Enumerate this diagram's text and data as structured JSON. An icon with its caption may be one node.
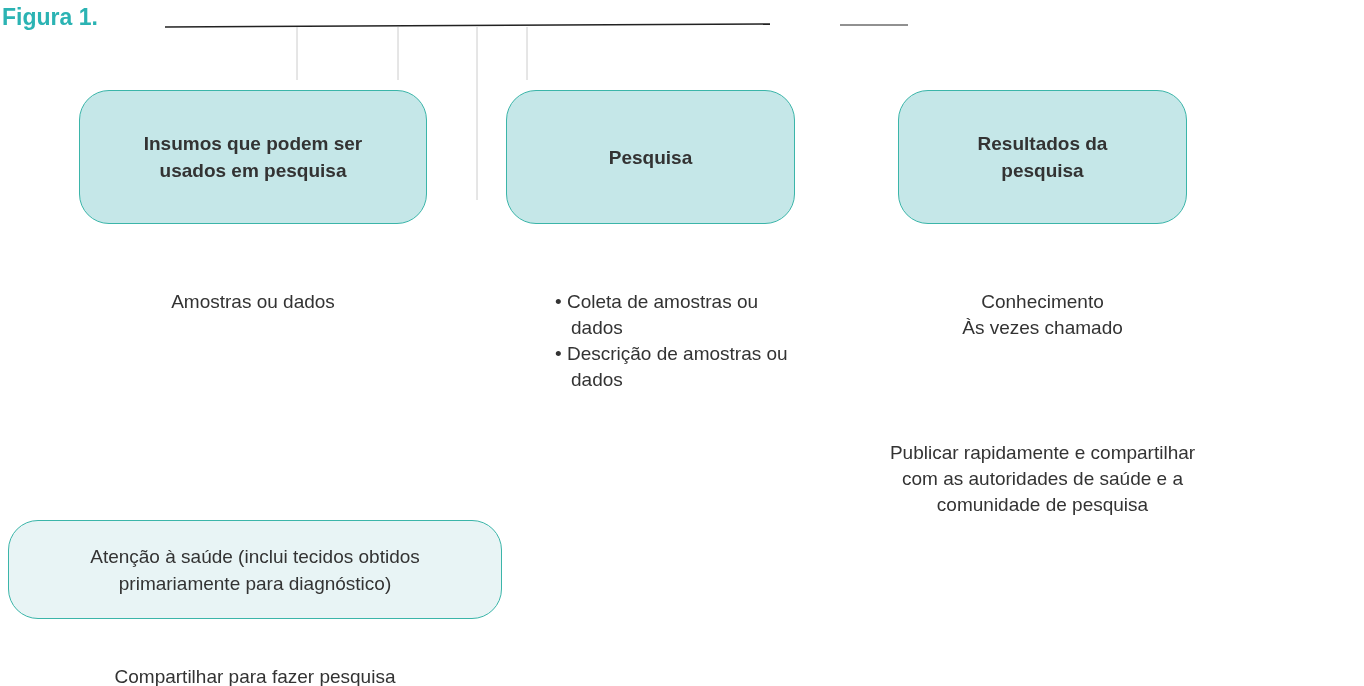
{
  "diagram": {
    "title": "Figura 1.",
    "nodes": [
      {
        "text": [
          "Insumos que podem ser usados em pesquisa"
        ],
        "beside": [
          "Amostras ou dados"
        ]
      },
      {
        "text": [
          "Pesquisa"
        ],
        "beside": [
          "• Coleta de amostras ou dados",
          "• Descrição de amostras ou dados"
        ]
      },
      {
        "text": [
          "Resultados da pesquisa"
        ],
        "beside": [
          "Conhecimento",
          "Às vezes chamado"
        ]
      },
      {
        "text": [
          "Atenção à saúde (inclui tecidos obtidos primariamente para diagnóstico)"
        ],
        "beside": [
          "Compartilhar para fazer pesquisa"
        ]
      }
    ],
    "edges": [],
    "labels": [
      "Publicar rapidamente e compartilhar com as autoridades de saúde e a comunidade de pesquisa"
    ]
  }
}
